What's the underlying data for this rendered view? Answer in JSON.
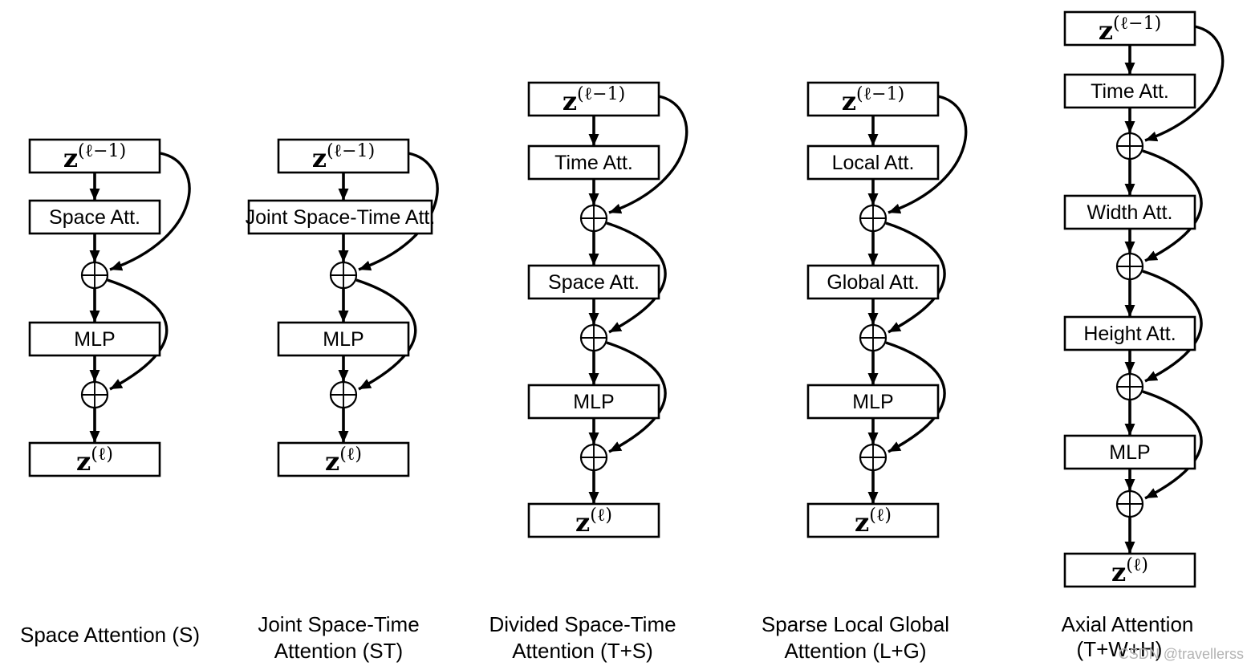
{
  "figure": {
    "watermark": "CSDN @travellerss",
    "icons": {
      "sum": "circled-plus"
    },
    "columns": [
      {
        "caption": [
          "Space Attention (S)"
        ],
        "input": {
          "base": "z",
          "sup": "(ℓ−1)"
        },
        "blocks": [
          "Space Att.",
          "MLP"
        ],
        "output": {
          "base": "z",
          "sup": "(ℓ)"
        }
      },
      {
        "caption": [
          "Joint Space-Time",
          "Attention (ST)"
        ],
        "input": {
          "base": "z",
          "sup": "(ℓ−1)"
        },
        "blocks": [
          "Joint Space-Time Att.",
          "MLP"
        ],
        "output": {
          "base": "z",
          "sup": "(ℓ)"
        }
      },
      {
        "caption": [
          "Divided Space-Time",
          "Attention (T+S)"
        ],
        "input": {
          "base": "z",
          "sup": "(ℓ−1)"
        },
        "blocks": [
          "Time Att.",
          "Space Att.",
          "MLP"
        ],
        "output": {
          "base": "z",
          "sup": "(ℓ)"
        }
      },
      {
        "caption": [
          "Sparse Local Global",
          "Attention (L+G)"
        ],
        "input": {
          "base": "z",
          "sup": "(ℓ−1)"
        },
        "blocks": [
          "Local Att.",
          "Global Att.",
          "MLP"
        ],
        "output": {
          "base": "z",
          "sup": "(ℓ)"
        }
      },
      {
        "caption": [
          "Axial Attention",
          "(T+W+H)"
        ],
        "input": {
          "base": "z",
          "sup": "(ℓ−1)"
        },
        "blocks": [
          "Time Att.",
          "Width Att.",
          "Height Att.",
          "MLP"
        ],
        "output": {
          "base": "z",
          "sup": "(ℓ)"
        }
      }
    ]
  }
}
